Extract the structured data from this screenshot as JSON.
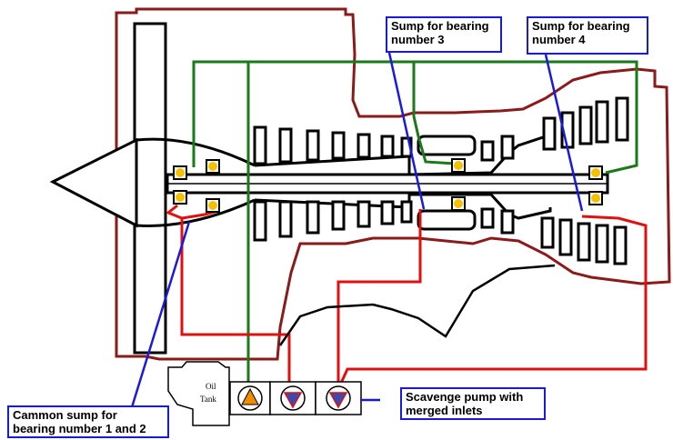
{
  "callouts": {
    "bearing3": "Sump for bearing\nnumber 3",
    "bearing4": "Sump for bearing\nnumber 4",
    "common": "Cammon sump for\nbearing number 1 and 2",
    "scavenge": "Scavenge pump with\nmerged inlets"
  },
  "oil_tank": {
    "line1": "Oil",
    "line2": "Tank"
  },
  "colors": {
    "casing": "#8b1a1a",
    "engine": "#000000",
    "supply": "#1a7a1a",
    "scavenge": "#e01010",
    "callout_border": "#1a1adb",
    "bearing": "#f5c000"
  },
  "icons": [
    "oil-tank-icon",
    "pressure-pump-icon",
    "scavenge-pump-icon",
    "bearing-icon"
  ]
}
